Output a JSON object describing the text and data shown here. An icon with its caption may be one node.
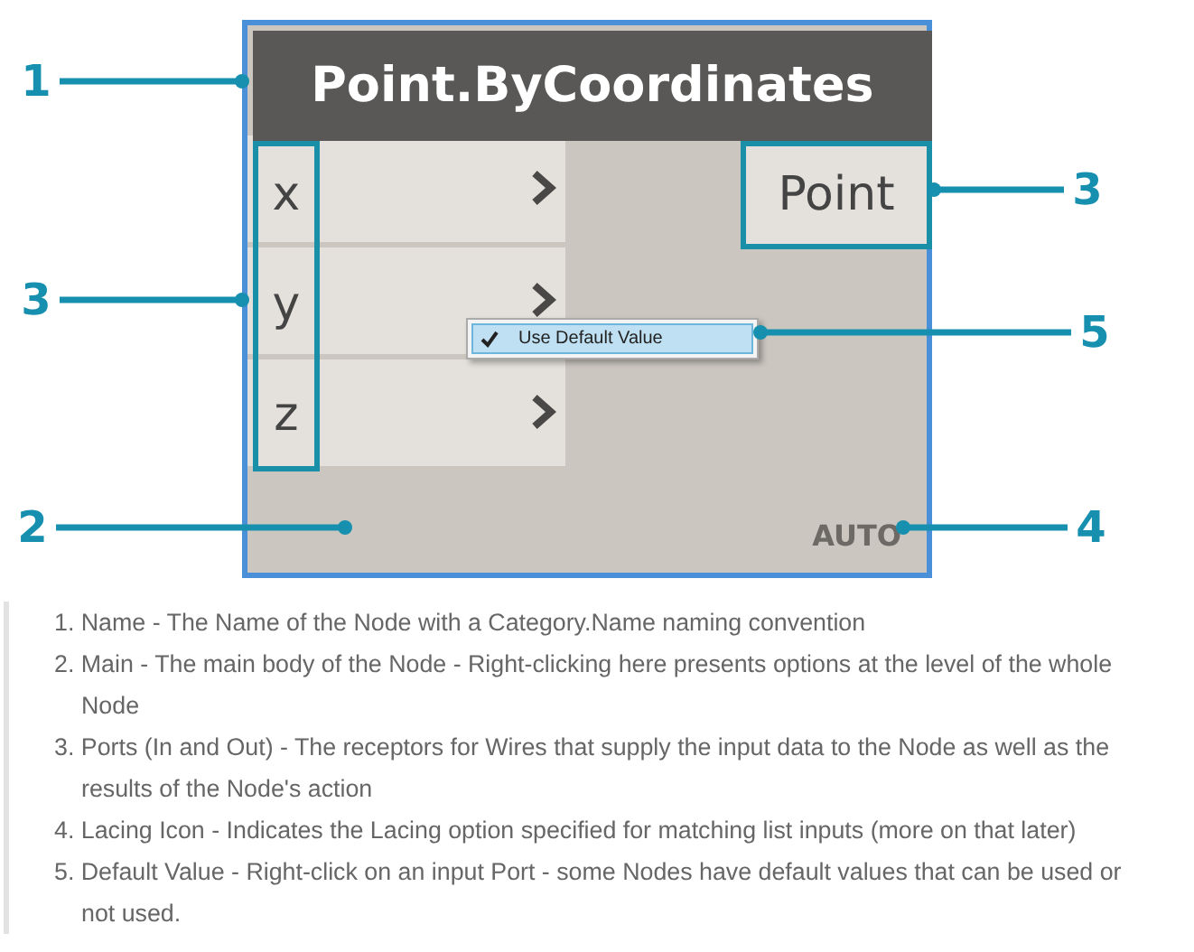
{
  "diagram": {
    "nodes": [
      {
        "text": [],
        "shape": "box"
      },
      {
        "text": [
          "Point.ByCoordinates"
        ],
        "in": 0
      },
      {
        "text": [
          "x",
          "y",
          "z"
        ],
        "in": 0
      },
      {
        "text": [
          "Point"
        ],
        "in": 0
      },
      {
        "text": [
          "Use Default Value"
        ],
        "in": 0
      },
      {
        "text": [
          "AUTO"
        ],
        "in": 0
      },
      {
        "text": [
          "1"
        ]
      },
      {
        "text": [
          "3"
        ]
      },
      {
        "text": [
          "3"
        ]
      },
      {
        "text": [
          "5"
        ]
      },
      {
        "text": [
          "2"
        ]
      },
      {
        "text": [
          "4"
        ]
      }
    ],
    "edges": [
      {
        "from": 6,
        "to": 1,
        "arrow": "other"
      },
      {
        "from": 7,
        "to": 2,
        "arrow": "other"
      },
      {
        "from": 8,
        "to": 3,
        "arrow": "other"
      },
      {
        "from": 9,
        "to": 4,
        "arrow": "other"
      },
      {
        "from": 10,
        "to": 0,
        "arrow": "other"
      },
      {
        "from": 11,
        "to": 5,
        "arrow": "other"
      }
    ],
    "labels": [
      "1. Name - The Name of the Node with a Category.Name naming convention",
      "2. Main - The main body of the Node - Right-clicking here presents options at the level of the whole Node",
      "3. Ports (In and Out) - The receptors for Wires that supply the input data to the Node as well as the results of the Node's action",
      "4. Lacing Icon - Indicates the Lacing option specified for matching list inputs (more on that later)",
      "5. Default Value - Right-click on an input Port - some Nodes have default values that can be used or not used."
    ]
  }
}
